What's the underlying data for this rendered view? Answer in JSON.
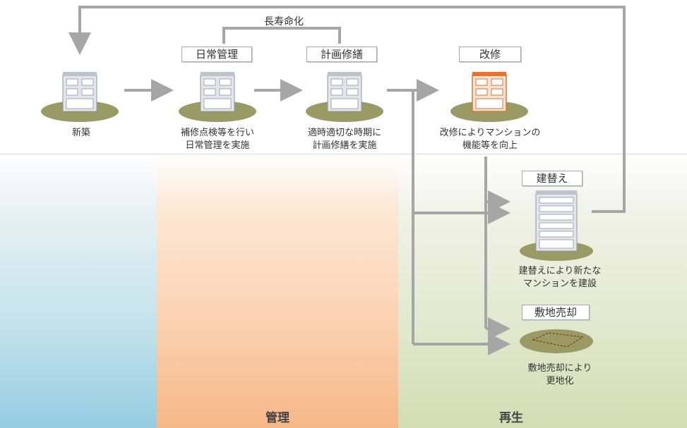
{
  "top_label": "長寿命化",
  "stages": {
    "new": {
      "caption": "新築"
    },
    "daily": {
      "label": "日常管理",
      "caption": "補修点検等を行い\n日常管理を実施"
    },
    "planned": {
      "label": "計画修繕",
      "caption": "適時適切な時期に\n計画修繕を実施"
    },
    "renovate": {
      "label": "改修",
      "caption": "改修によりマンションの\n機能等を向上"
    },
    "rebuild": {
      "label": "建替え",
      "caption": "建替えにより新たな\nマンションを建設"
    },
    "sell": {
      "label": "敷地売却",
      "caption": "敷地売却により\n更地化"
    }
  },
  "sections": {
    "management": "管理",
    "regeneration": "再生"
  },
  "colors": {
    "arrow": "#a6a6a6",
    "ground": "#9a9a64",
    "band_left": "#95cde2",
    "band_mid": "#f6b887",
    "band_right": "#d2ddb2",
    "renovation_accent": "#e8732a"
  }
}
